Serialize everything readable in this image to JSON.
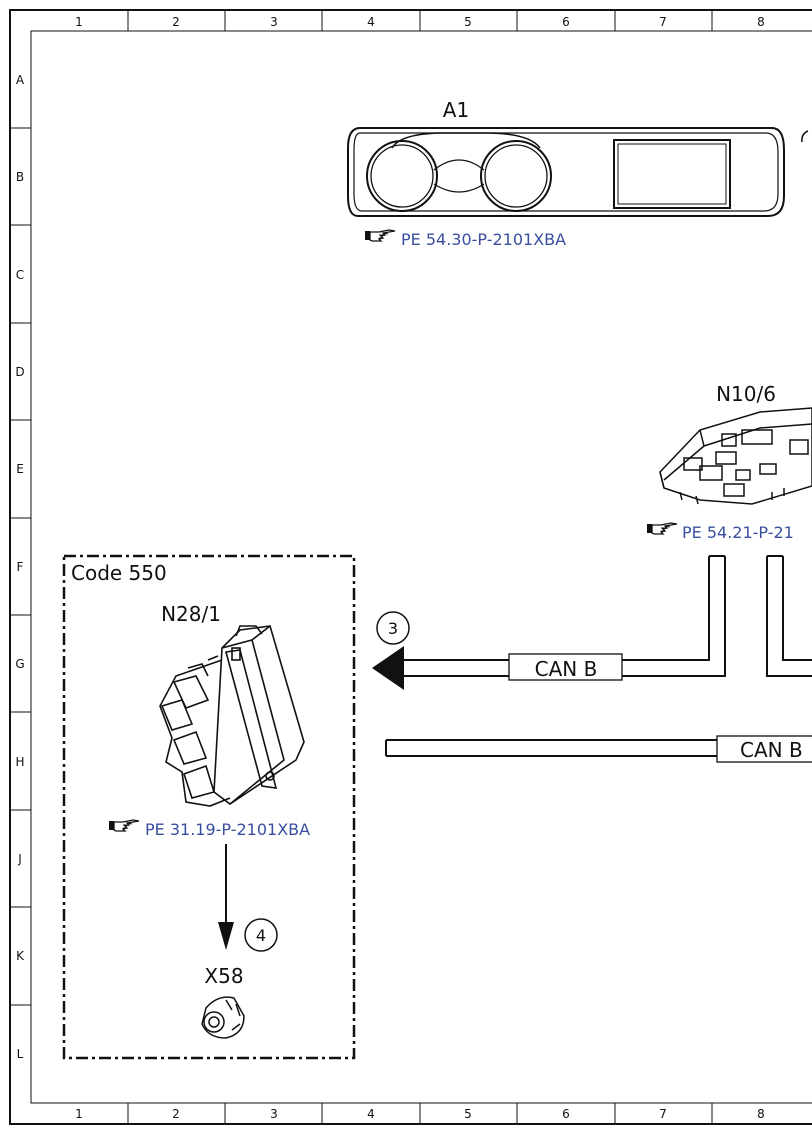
{
  "grid": {
    "columns": [
      "1",
      "2",
      "3",
      "4",
      "5",
      "6",
      "7",
      "8"
    ],
    "rows": [
      "A",
      "B",
      "C",
      "D",
      "E",
      "F",
      "G",
      "H",
      "J",
      "K",
      "L"
    ]
  },
  "components": {
    "a1": {
      "label": "A1",
      "ref": "PE 54.30-P-2101XBA"
    },
    "n10_6": {
      "label": "N10/6",
      "ref": "PE 54.21-P-21"
    },
    "n28_1": {
      "label": "N28/1",
      "ref": "PE 31.19-P-2101XBA"
    },
    "x58": {
      "label": "X58"
    }
  },
  "code_box": {
    "label": "Code 550"
  },
  "connections": {
    "can_b_upper": {
      "label": "CAN B",
      "callout": "3"
    },
    "can_b_lower": {
      "label": "CAN B"
    },
    "n28_to_x58": {
      "callout": "4"
    }
  },
  "icons": {
    "reference": "pointing-hand-icon"
  }
}
